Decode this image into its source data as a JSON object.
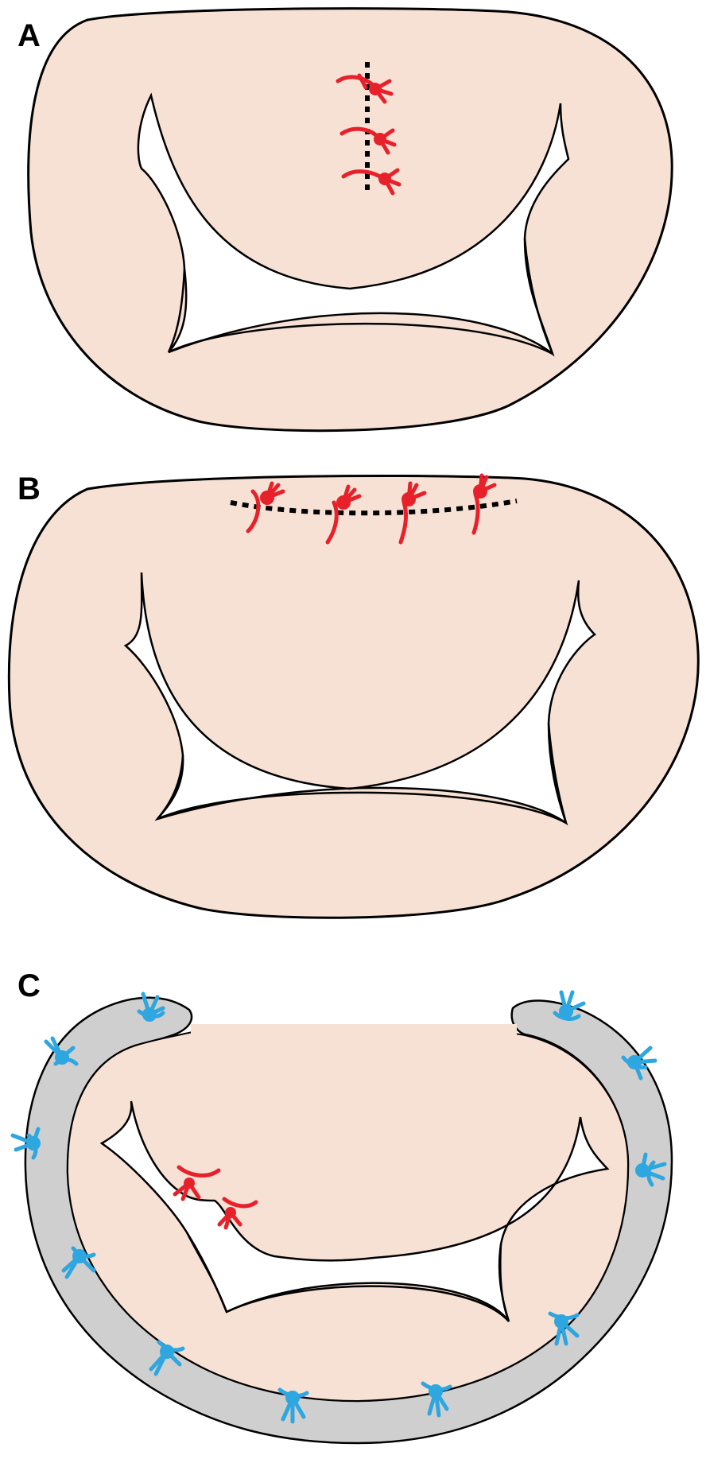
{
  "panels": [
    {
      "id": "A",
      "label": "A"
    },
    {
      "id": "B",
      "label": "B"
    },
    {
      "id": "C",
      "label": "C"
    }
  ],
  "colors": {
    "tissue_fill": "#f6e1d4",
    "outline": "#000000",
    "suture_red": "#e8202a",
    "suture_blue": "#2ea6df",
    "ring_gray": "#cfcfcf",
    "opening_white": "#ffffff"
  }
}
